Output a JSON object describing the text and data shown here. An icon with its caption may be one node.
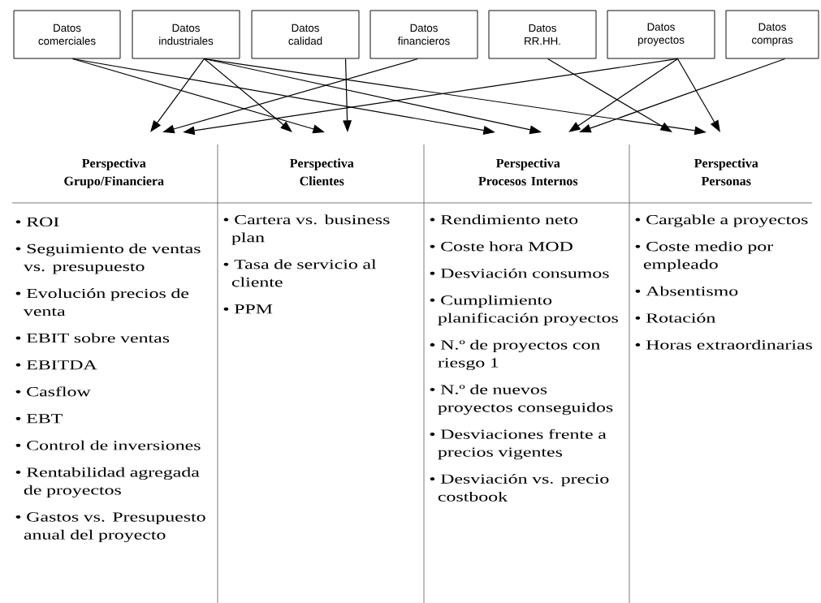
{
  "diagram": {
    "nodes": [
      {
        "text": [
          "Datos comerciales"
        ]
      },
      {
        "text": [
          "Datos industriales"
        ]
      },
      {
        "text": [
          "Datos calidad"
        ]
      },
      {
        "text": [
          "Datos financieros"
        ]
      },
      {
        "text": [
          "Datos RR.HH."
        ]
      },
      {
        "text": [
          "Datos proyectos"
        ]
      },
      {
        "text": [
          "Datos compras"
        ]
      },
      {
        "text": [
          "Perspectiva Grupo/Financiera",
          "• ROI",
          "• Seguimiento de ventas vs. presupuesto",
          "• Evolución precios de venta",
          "• EBIT sobre ventas",
          "• EBITDA",
          "• Casflow",
          "• EBT",
          "• Control de inversiones",
          "• Rentabilidad agregada de proyectos",
          "• Gastos vs. Presupuesto anual del proyecto"
        ]
      },
      {
        "text": [
          "Perspectiva Clientes",
          "• Cartera vs. business plan",
          "• Tasa de servicio al cliente",
          "• PPM"
        ]
      },
      {
        "text": [
          "Perspectiva Procesos Internos",
          "• Rendimiento neto",
          "• Coste hora MOD",
          "• Desviación consumos",
          "• Cumplimiento planificación proyectos",
          "• N.º de proyectos con riesgo 1",
          "• N.º de nuevos proyectos conseguidos",
          "• Desviaciones frente a precios vigentes",
          "• Desviación vs. precio costbook"
        ]
      },
      {
        "text": [
          "Perspectiva Personas",
          "• Cargable a proyectos",
          "• Coste medio por empleado",
          "• Absentismo",
          "• Rotación",
          "• Horas extraordinarias"
        ]
      }
    ],
    "edges": [
      {
        "from": 0,
        "to": 8,
        "arrow": "to"
      },
      {
        "from": 0,
        "to": 9,
        "arrow": "to"
      },
      {
        "from": 1,
        "to": 7,
        "arrow": "to"
      },
      {
        "from": 1,
        "to": 8,
        "arrow": "to"
      },
      {
        "from": 1,
        "to": 9,
        "arrow": "to"
      },
      {
        "from": 1,
        "to": 10,
        "arrow": "to"
      },
      {
        "from": 2,
        "to": 8,
        "arrow": "to"
      },
      {
        "from": 3,
        "to": 7,
        "arrow": "to"
      },
      {
        "from": 4,
        "to": 10,
        "arrow": "to"
      },
      {
        "from": 5,
        "to": 7,
        "arrow": "to"
      },
      {
        "from": 5,
        "to": 9,
        "arrow": "to"
      },
      {
        "from": 5,
        "to": 10,
        "arrow": "to"
      },
      {
        "from": 6,
        "to": 9,
        "arrow": "to"
      }
    ]
  }
}
